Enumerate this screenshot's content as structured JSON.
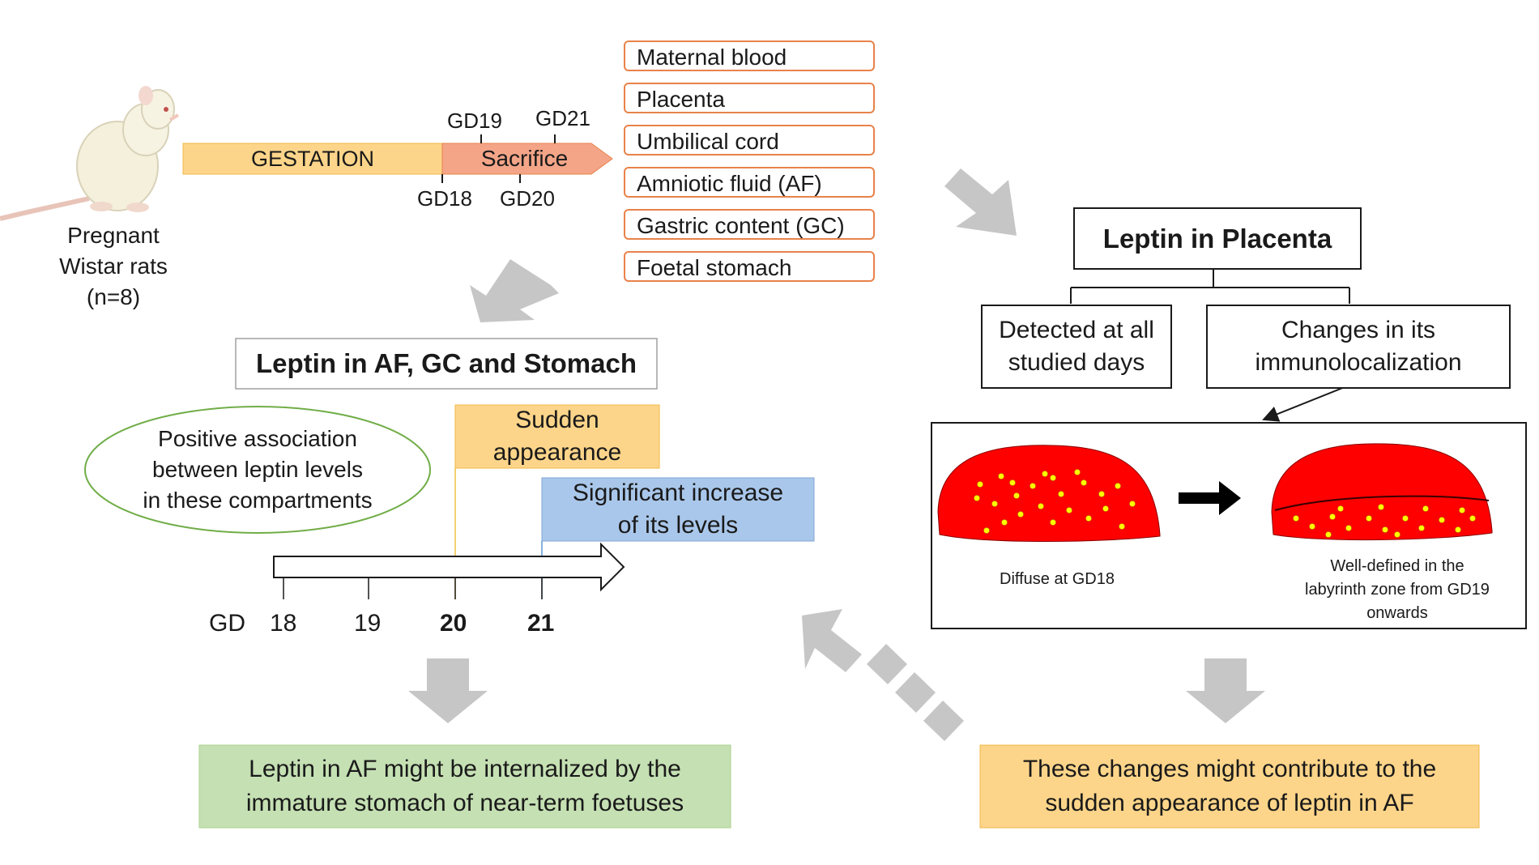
{
  "rat": {
    "caption_lines": [
      "Pregnant",
      "Wistar rats",
      "(n=8)"
    ]
  },
  "timeline": {
    "gestation_label": "GESTATION",
    "sacrifice_label": "Sacrifice",
    "ticks": [
      "GD18",
      "GD19",
      "GD20",
      "GD21"
    ]
  },
  "samples": [
    "Maternal blood",
    "Placenta",
    "Umbilical cord",
    "Amniotic fluid (AF)",
    "Gastric content (GC)",
    "Foetal stomach"
  ],
  "left": {
    "title": "Leptin in AF, GC and Stomach",
    "ellipse_lines": [
      "Positive association",
      "between leptin levels",
      "in these compartments"
    ],
    "sudden_lines": [
      "Sudden",
      "appearance"
    ],
    "increase_lines": [
      "Significant increase",
      "of its levels"
    ],
    "axis": {
      "prefix": "GD",
      "days": [
        "18",
        "19",
        "20",
        "21"
      ]
    },
    "conclusion_lines": [
      "Leptin in AF might be internalized by the",
      "immature stomach of near-term foetuses"
    ]
  },
  "right": {
    "title": "Leptin in Placenta",
    "detected_lines": [
      "Detected at all",
      "studied days"
    ],
    "changes_lines": [
      "Changes in its",
      "immunolocalization"
    ],
    "diffuse_caption": "Diffuse at GD18",
    "defined_lines": [
      "Well-defined in the",
      "labyrinth zone from GD19",
      "onwards"
    ],
    "conclusion_lines": [
      "These changes might contribute to the",
      "sudden appearance of leptin in AF"
    ]
  },
  "colors": {
    "gestation": "#fdd58a",
    "sacrifice": "#f4a588",
    "sample_border": "#e8824a",
    "sudden_fill": "#fdd58a",
    "increase_fill": "#a9c7ea",
    "left_conclusion": "#c5e0b3",
    "right_conclusion": "#fdd58a",
    "placenta": "#ff0000",
    "dots": "#ffff00",
    "gray_arrow": "#c6c6c6"
  }
}
